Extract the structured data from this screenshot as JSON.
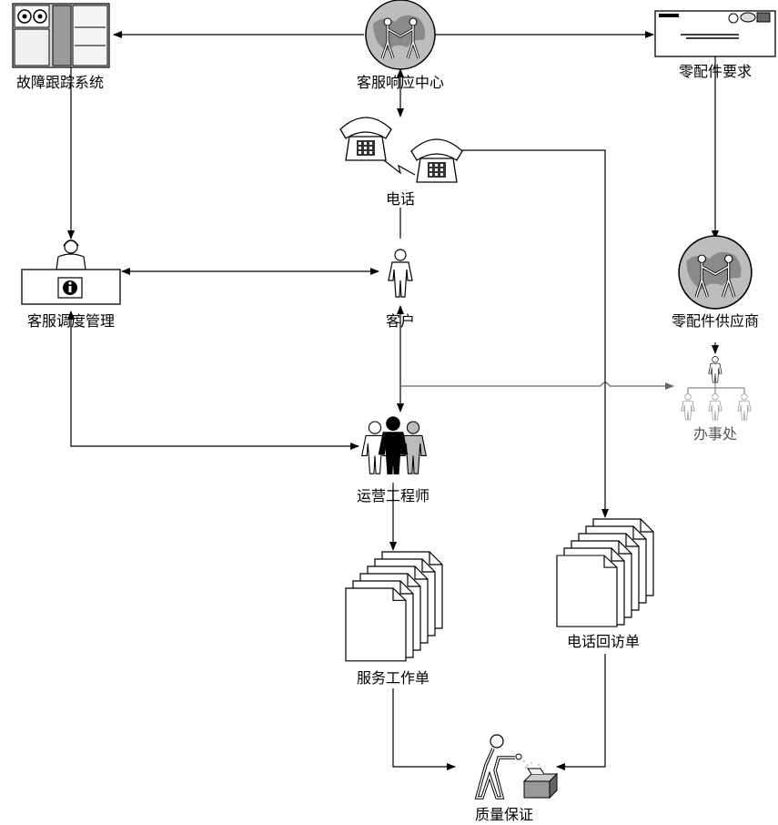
{
  "nodes": {
    "fault_tracking": "故障跟踪系统",
    "service_center": "客服响应中心",
    "parts_request": "零配件要求",
    "phone": "电话",
    "dispatch": "客服调度管理",
    "customer": "客户",
    "parts_supplier": "零配件供应商",
    "office": "办事处",
    "engineers": "运营工程师",
    "work_order": "服务工作单",
    "callback_form": "电话回访单",
    "quality": "质量保证"
  },
  "icons": {
    "fault_tracking": "server-rack-icon",
    "service_center": "globe-handshake-icon",
    "parts_request": "printer-device-icon",
    "phone": "telephone-pair-icon",
    "dispatch": "help-desk-icon",
    "customer": "person-icon",
    "parts_supplier": "globe-handshake-icon",
    "office": "org-chart-icon",
    "engineers": "people-group-icon",
    "work_order": "document-stack-icon",
    "callback_form": "document-stack-icon",
    "quality": "inspector-box-icon"
  }
}
